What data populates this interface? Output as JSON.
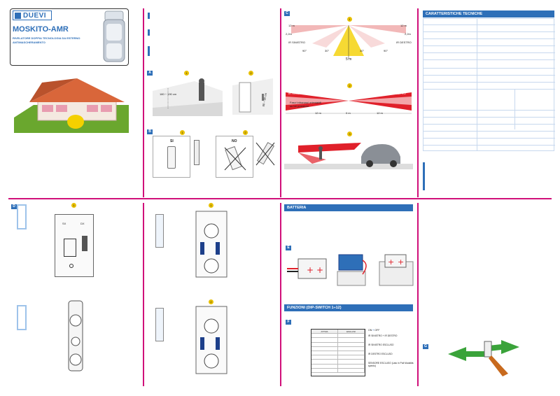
{
  "brand": {
    "logo_text": "DUEVI",
    "product_name": "MOSKITO-AMR",
    "subtitle_line1": "RIVELATORE DOPPIA TECNOLOGIA DA ESTERNO",
    "subtitle_line2": "ANTIMASCHERAMENTO"
  },
  "section_labels": [
    "A",
    "B",
    "C",
    "D",
    "E",
    "F",
    "G"
  ],
  "figure_numbers": [
    "1",
    "2",
    "3"
  ],
  "section_a": {
    "height_label": "180 ÷ 190 cm",
    "fig2_label": "80 ÷ 90 cm"
  },
  "section_b": {
    "yes_label": "SI",
    "no_label": "NO"
  },
  "section_c": {
    "top_left_distance": "12 m",
    "top_right_distance": "12 m",
    "left_height": "2,2m",
    "right_height": "2,2m",
    "left_side": "IR SINISTRO",
    "right_side": "IR DESTRO",
    "angle_left": "90°",
    "angle_mid_left": "30°",
    "angle_mid_right": "30°",
    "angle_right": "90°",
    "bottom_distance": "5 m",
    "diagram2_left": "IR SINISTRO",
    "diagram2_right": "IR DESTRO",
    "diagram2_note_line1": "Fasci infrarossi orientabili",
    "diagram2_note_line2": "su tre posizioni",
    "diagram2_ticks": [
      "12 m",
      "0 m",
      "12 m"
    ]
  },
  "spec_table": {
    "title": "CARATTERISTICHE TECNICHE"
  },
  "board_labels": {
    "sx": "SX",
    "dx": "DX"
  },
  "battery": {
    "title": "BATTERIA"
  },
  "functions": {
    "title": "FUNZIONI (DIP-SWITCH 1÷12)",
    "dip_header_left": "ATTIVA",
    "dip_header_mid": "ESCLUSI",
    "legend_on": "ON",
    "legend_off": "OFF",
    "legend_items": [
      "IR SINISTRO + IR DESTRO",
      "IR SINISTRO ESCLUSO",
      "IR DESTRO ESCLUSO",
      "SENSORE ESCLUSO (Lato in Pull Modalità spento)"
    ]
  },
  "colors": {
    "accent_magenta": "#d0107a",
    "accent_blue": "#2e6fb8",
    "beam_red": "#e0202a",
    "beam_yellow": "#f4d000",
    "roof_orange": "#d9663a",
    "grass_green": "#6aa72e"
  }
}
